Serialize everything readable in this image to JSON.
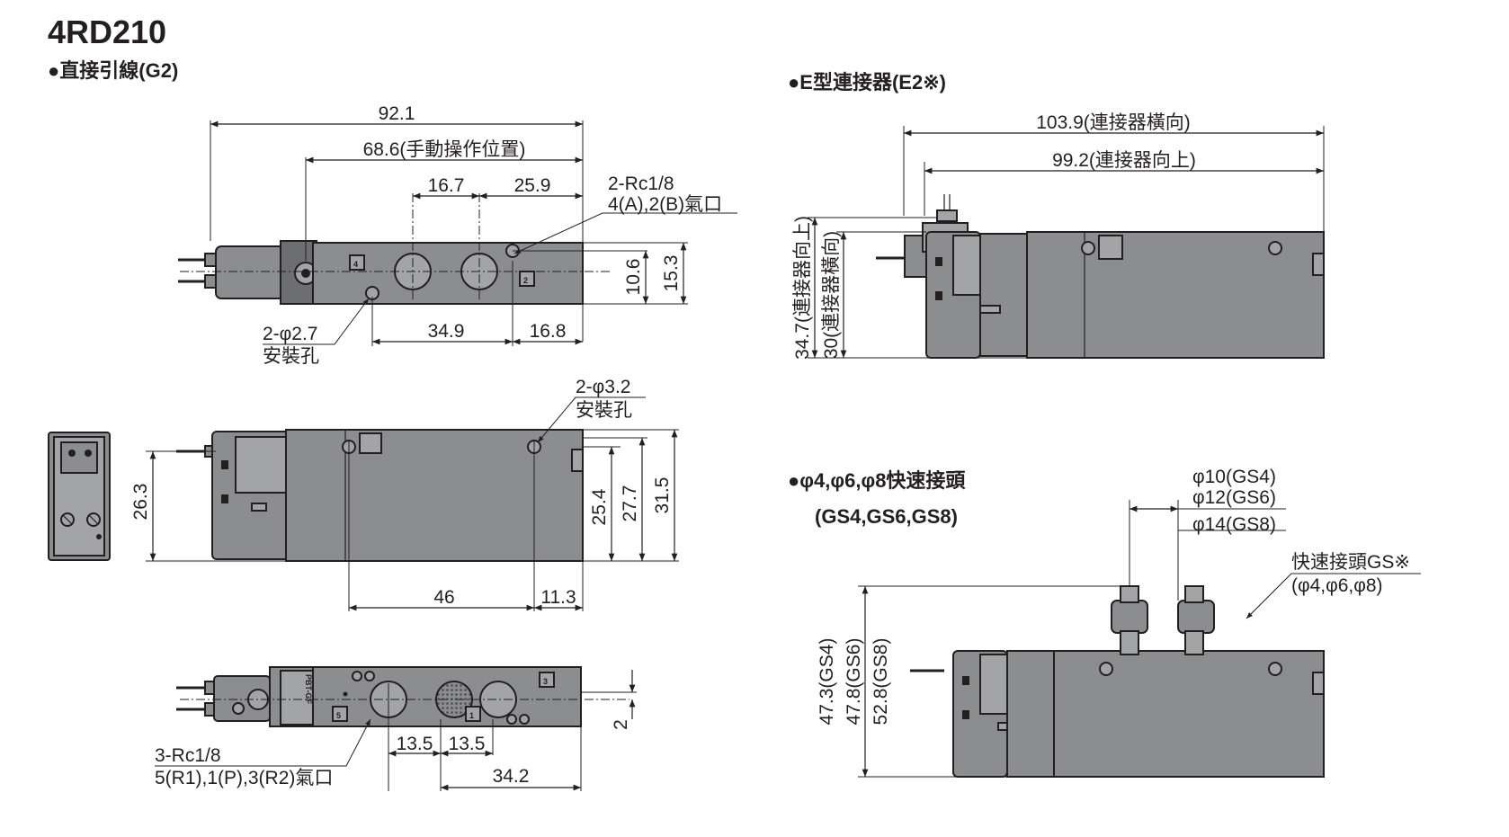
{
  "model": "4RD210",
  "sections": {
    "direct": "●直接引線(G2)",
    "e_connector": "●E型連接器(E2※)",
    "fitting_line1": "●φ4,φ6,φ8快速接頭",
    "fitting_line2": "(GS4,GS6,GS8)"
  },
  "top_view": {
    "d_overall": "92.1",
    "d_manual": "68.6(手動操作位置)",
    "d_a": "16.7",
    "d_b": "25.9",
    "port_label_1": "2-Rc1/8",
    "port_label_2": "4(A),2(B)氣口",
    "d_h1": "10.6",
    "d_h2": "15.3",
    "hole_label_1": "2-φ2.7",
    "hole_label_2": "安裝孔",
    "d_c": "34.9",
    "d_d": "16.8",
    "port_mark_4": "4",
    "port_mark_2": "2"
  },
  "side_view": {
    "hole_label_1": "2-φ3.2",
    "hole_label_2": "安裝孔",
    "d_left": "26.3",
    "d_r1": "25.4",
    "d_r2": "27.7",
    "d_r3": "31.5",
    "d_bottom1": "46",
    "d_bottom2": "11.3"
  },
  "bottom_view": {
    "port_label_1": "3-Rc1/8",
    "port_label_2": "5(R1),1(P),3(R2)氣口",
    "d_a": "13.5",
    "d_b": "13.5",
    "d_c": "34.2",
    "d_v": "2",
    "brand": "PBT-GF",
    "port_mark_5": "5",
    "port_mark_1": "1",
    "port_mark_3": "3"
  },
  "e_view": {
    "d_w1": "103.9(連接器橫向)",
    "d_w2": "99.2(連接器向上)",
    "d_h1": "34.7(連接器向上)",
    "d_h2": "30(連接器橫向)"
  },
  "gs_view": {
    "phi_1": "φ10(GS4)",
    "phi_2": "φ12(GS6)",
    "phi_3": "φ14(GS8)",
    "fit_label_1": "快速接頭GS※",
    "fit_label_2": "(φ4,φ6,φ8)",
    "d_h1": "47.3(GS4)",
    "d_h2": "47.8(GS6)",
    "d_h3": "52.8(GS8)"
  }
}
